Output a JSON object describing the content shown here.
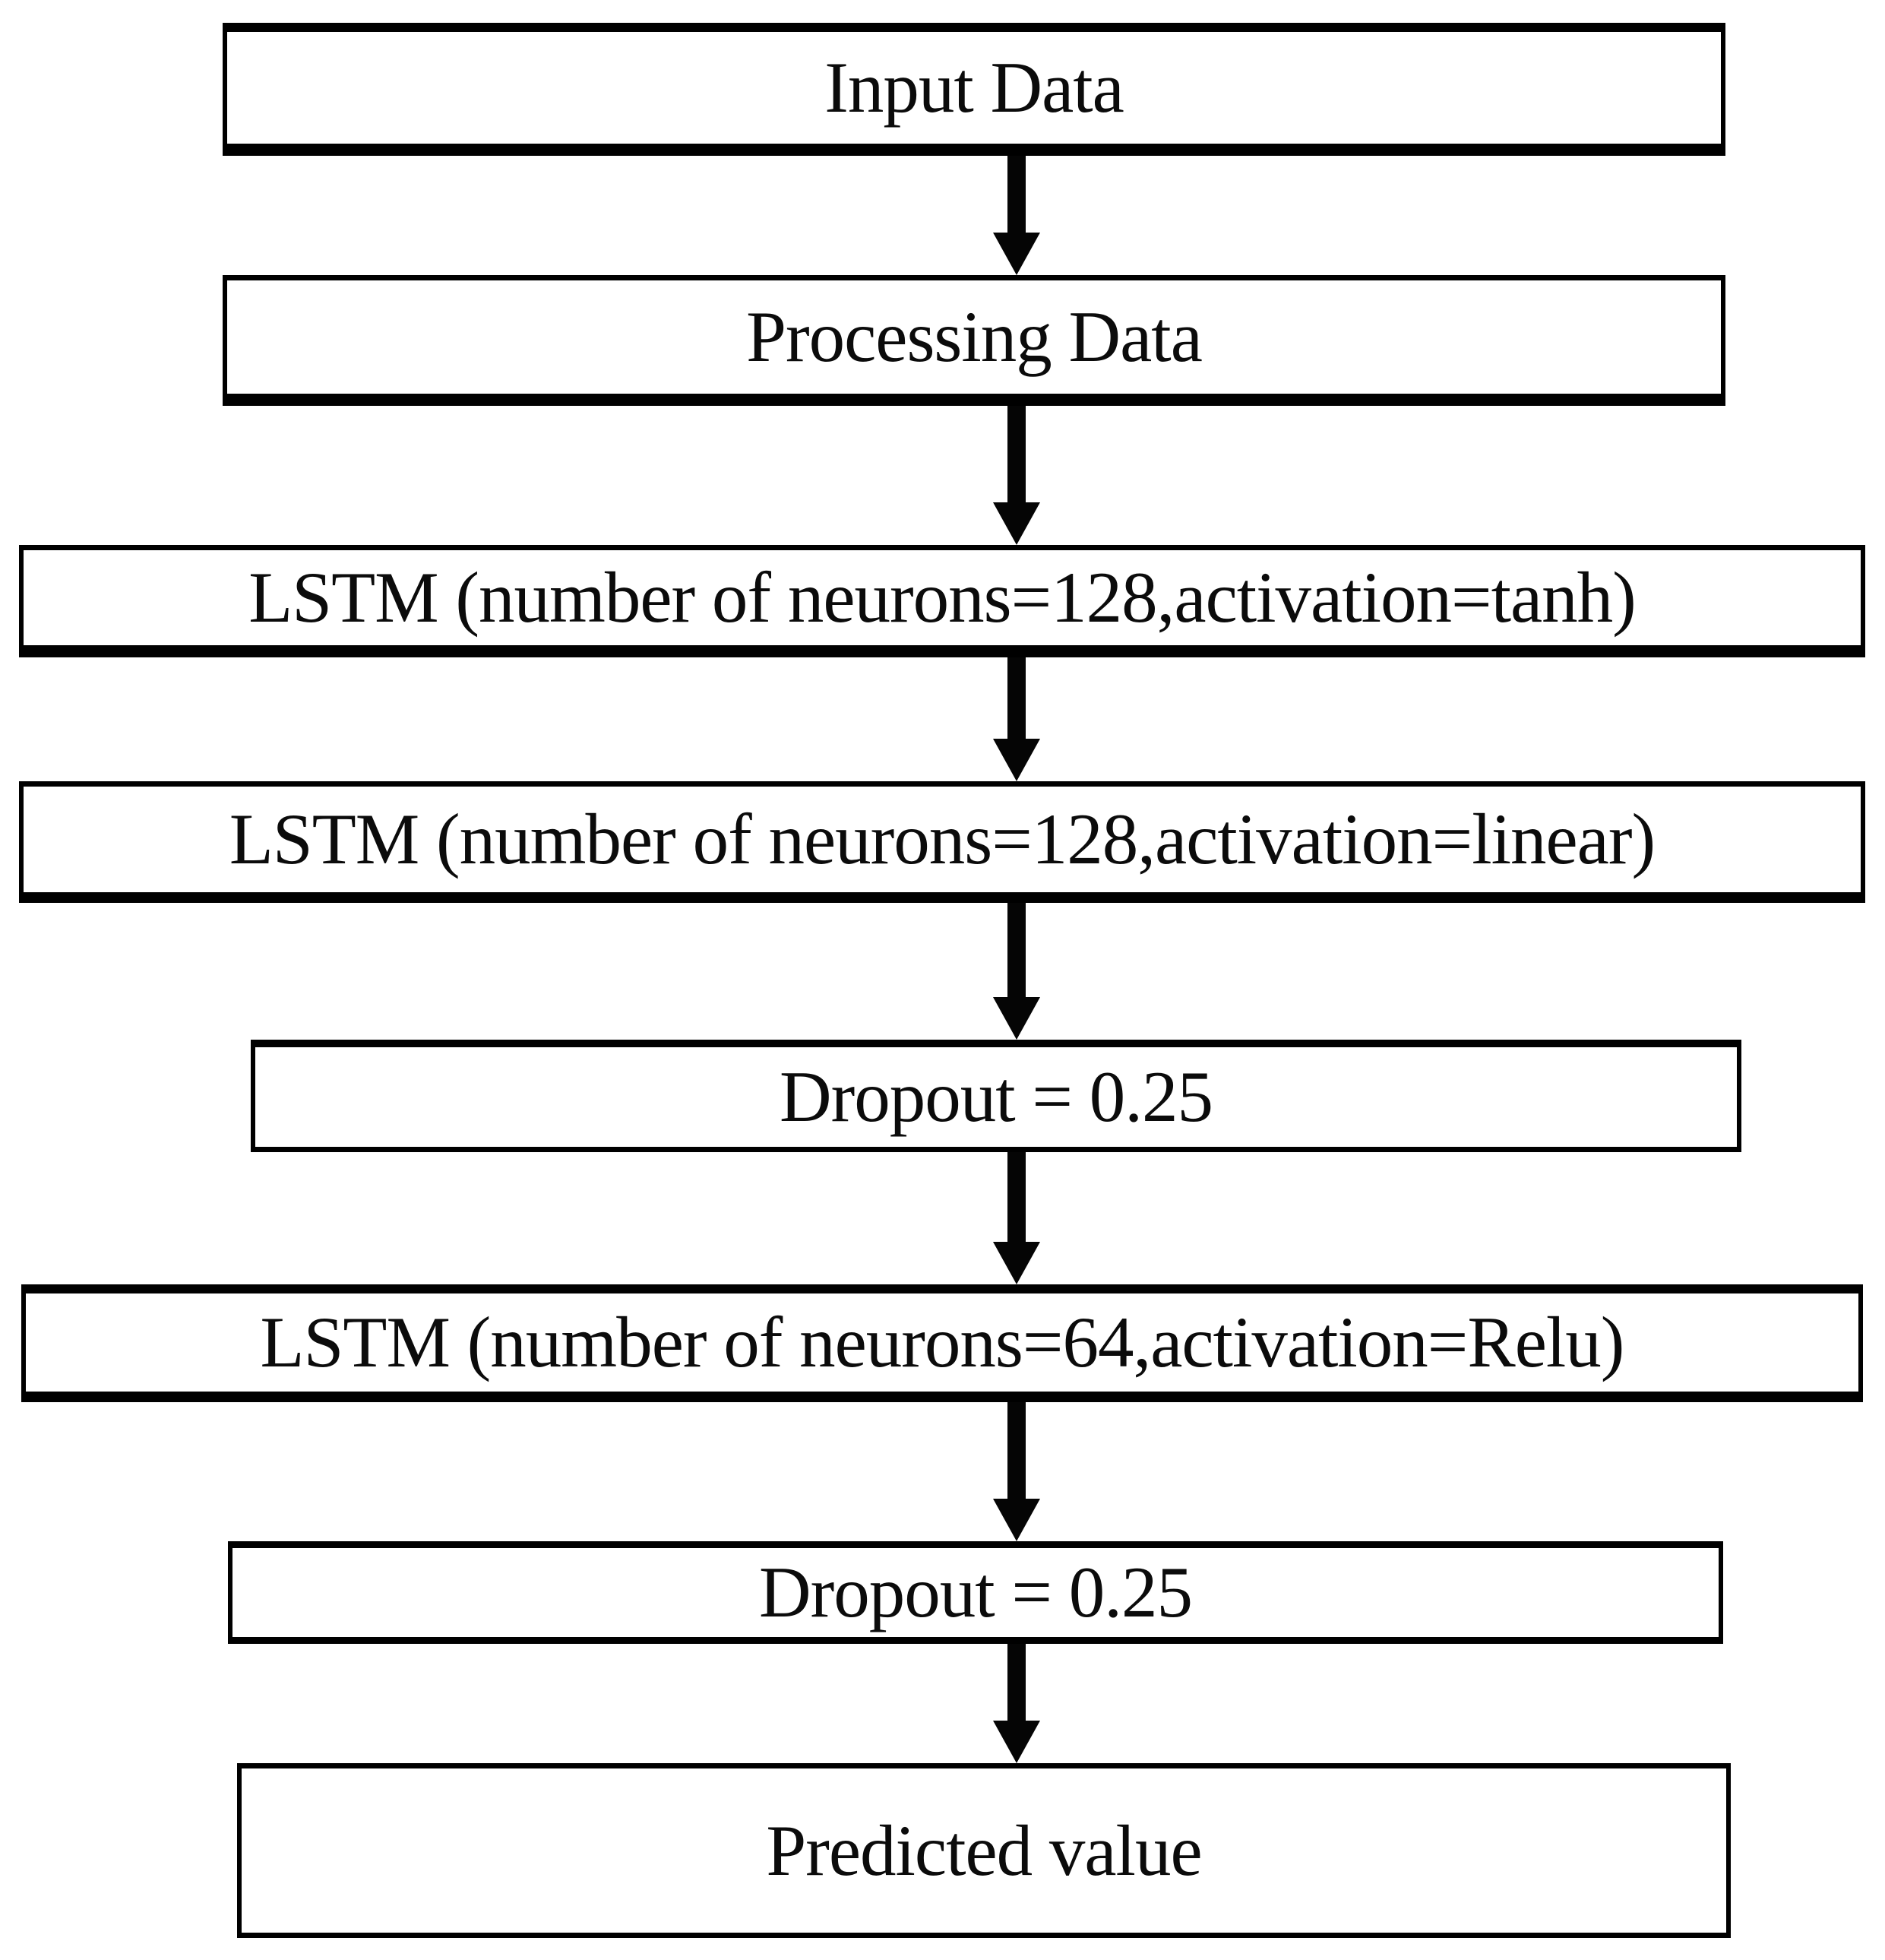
{
  "colors": {
    "background": "#ffffff",
    "border": "#000000",
    "text": "#0b0b0b",
    "arrow": "#050505"
  },
  "diagram": {
    "type": "flowchart",
    "direction": "top-down",
    "nodes": [
      {
        "id": "input",
        "label": "Input Data"
      },
      {
        "id": "processing",
        "label": "Processing Data"
      },
      {
        "id": "lstm1",
        "label": "LSTM (number of neurons=128,activation=tanh)"
      },
      {
        "id": "lstm2",
        "label": "LSTM (number of neurons=128,activation=linear)"
      },
      {
        "id": "dropout1",
        "label": "Dropout = 0.25"
      },
      {
        "id": "lstm3",
        "label": "LSTM (number of neurons=64,activation=Relu)"
      },
      {
        "id": "dropout2",
        "label": "Dropout = 0.25"
      },
      {
        "id": "output",
        "label": "Predicted value"
      }
    ],
    "edges": [
      {
        "from": "input",
        "to": "processing",
        "style": "thick-down-arrow"
      },
      {
        "from": "processing",
        "to": "lstm1",
        "style": "thick-down-arrow"
      },
      {
        "from": "lstm1",
        "to": "lstm2",
        "style": "thick-down-arrow"
      },
      {
        "from": "lstm2",
        "to": "dropout1",
        "style": "thick-down-arrow"
      },
      {
        "from": "dropout1",
        "to": "lstm3",
        "style": "thick-down-arrow"
      },
      {
        "from": "lstm3",
        "to": "dropout2",
        "style": "thick-down-arrow"
      },
      {
        "from": "dropout2",
        "to": "output",
        "style": "thick-down-arrow"
      }
    ]
  }
}
